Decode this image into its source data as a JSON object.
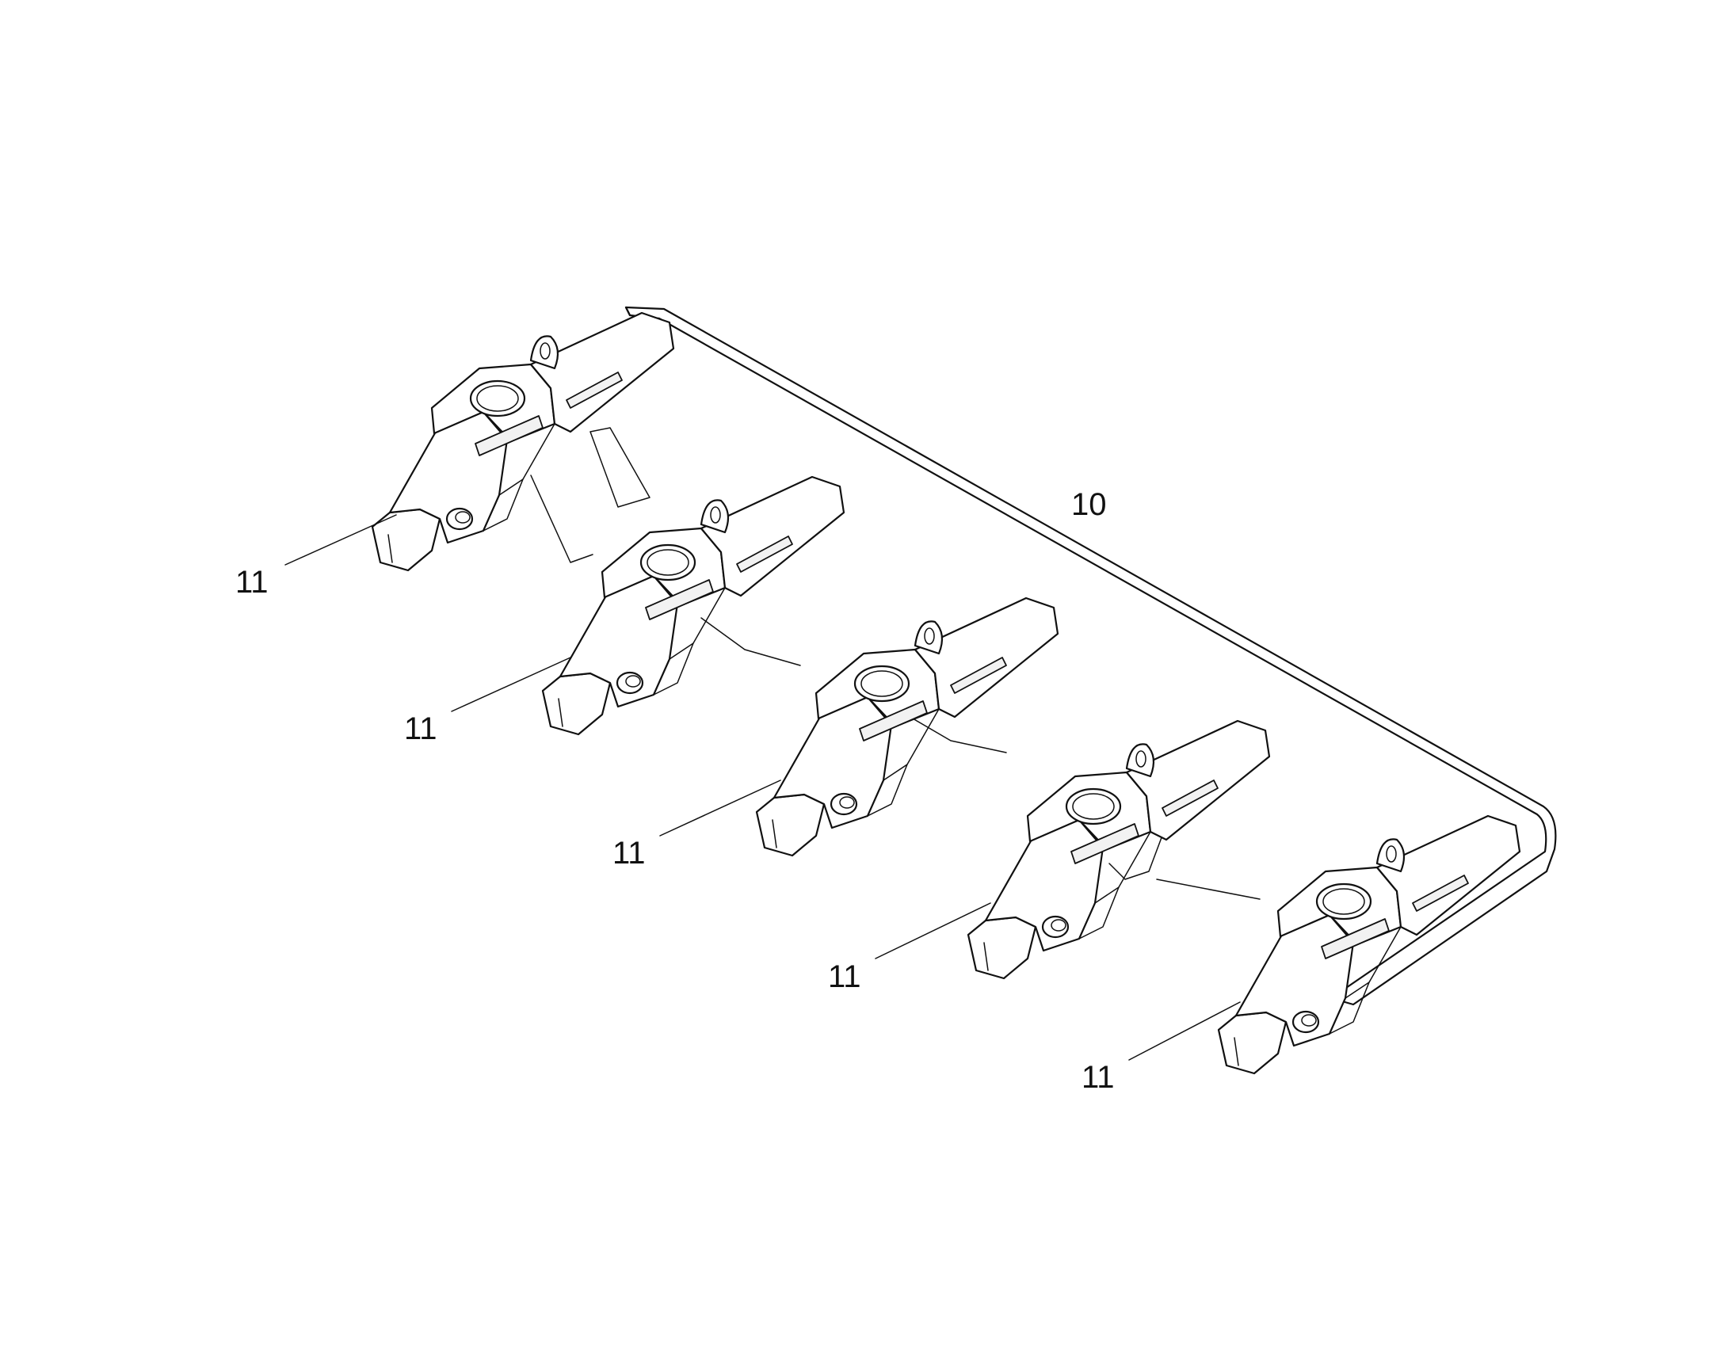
{
  "diagram": {
    "part_callouts": [
      {
        "label": "10",
        "part": "bucket-lip"
      },
      {
        "label": "11",
        "part": "tooth-1"
      },
      {
        "label": "11",
        "part": "tooth-2"
      },
      {
        "label": "11",
        "part": "tooth-3"
      },
      {
        "label": "11",
        "part": "tooth-4"
      },
      {
        "label": "11",
        "part": "tooth-5"
      }
    ],
    "tooth_count": 5,
    "line_color": "#111111",
    "background_color": "#ffffff"
  }
}
